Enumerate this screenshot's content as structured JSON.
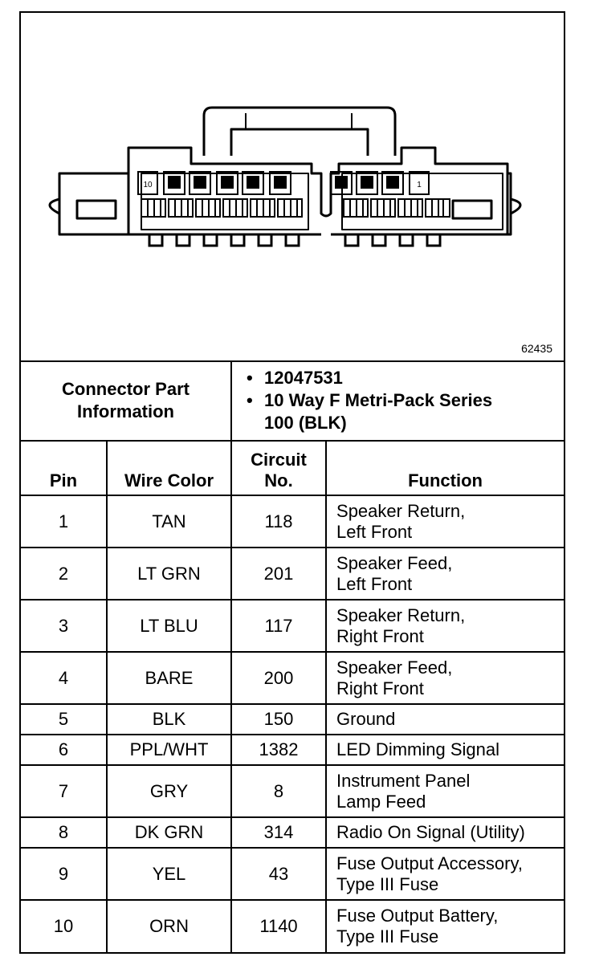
{
  "figure_id": "62435",
  "connector_part_information": {
    "label_line1": "Connector Part",
    "label_line2": "Information",
    "part_number": "12047531",
    "description_line1": "10 Way F Metri-Pack Series",
    "description_line2": "100 (BLK)"
  },
  "connector_pin_labels": {
    "left": "10",
    "right": "1"
  },
  "table_headers": {
    "pin": "Pin",
    "wire_color": "Wire Color",
    "circuit_line1": "Circuit",
    "circuit_line2": "No.",
    "function": "Function"
  },
  "rows": [
    {
      "pin": "1",
      "wire_color": "TAN",
      "circuit": "118",
      "function_line1": "Speaker Return,",
      "function_line2": "Left Front"
    },
    {
      "pin": "2",
      "wire_color": "LT GRN",
      "circuit": "201",
      "function_line1": "Speaker Feed,",
      "function_line2": "Left Front"
    },
    {
      "pin": "3",
      "wire_color": "LT BLU",
      "circuit": "117",
      "function_line1": "Speaker Return,",
      "function_line2": "Right Front"
    },
    {
      "pin": "4",
      "wire_color": "BARE",
      "circuit": "200",
      "function_line1": "Speaker Feed,",
      "function_line2": "Right Front"
    },
    {
      "pin": "5",
      "wire_color": "BLK",
      "circuit": "150",
      "function_line1": "Ground",
      "function_line2": ""
    },
    {
      "pin": "6",
      "wire_color": "PPL/WHT",
      "circuit": "1382",
      "function_line1": "LED Dimming Signal",
      "function_line2": ""
    },
    {
      "pin": "7",
      "wire_color": "GRY",
      "circuit": "8",
      "function_line1": "Instrument Panel",
      "function_line2": "Lamp Feed"
    },
    {
      "pin": "8",
      "wire_color": "DK GRN",
      "circuit": "314",
      "function_line1": "Radio On Signal (Utility)",
      "function_line2": ""
    },
    {
      "pin": "9",
      "wire_color": "YEL",
      "circuit": "43",
      "function_line1": "Fuse Output Accessory,",
      "function_line2": "Type III Fuse"
    },
    {
      "pin": "10",
      "wire_color": "ORN",
      "circuit": "1140",
      "function_line1": "Fuse Output Battery,",
      "function_line2": "Type III Fuse"
    }
  ]
}
